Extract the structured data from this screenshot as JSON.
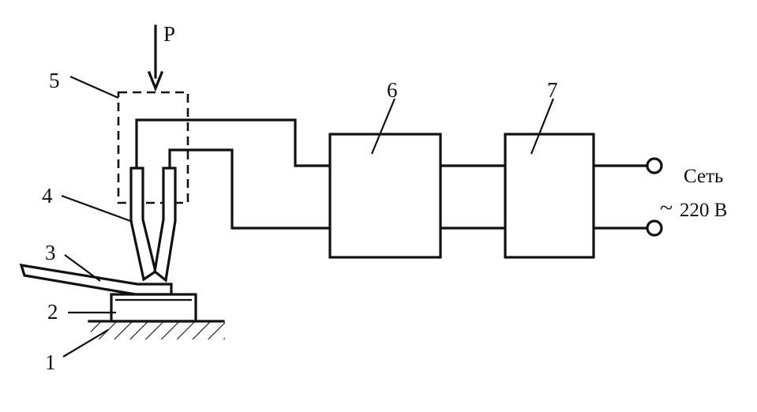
{
  "labels": {
    "force": "P",
    "n1": "1",
    "n2": "2",
    "n3": "3",
    "n4": "4",
    "n5": "5",
    "n6": "6",
    "n7": "7",
    "supply_line1": "Сеть",
    "supply_tilde": "~",
    "supply_line2": "220 В"
  }
}
